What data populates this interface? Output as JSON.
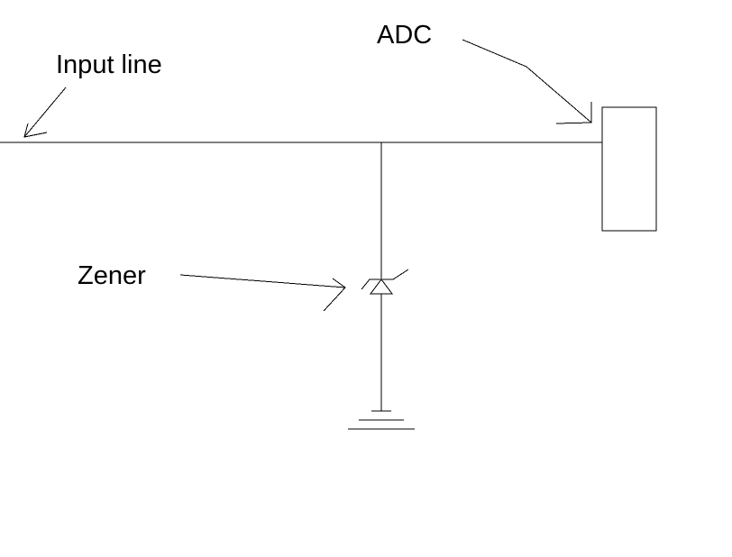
{
  "labels": {
    "input_line": "Input line",
    "adc": "ADC",
    "zener": "Zener"
  },
  "colors": {
    "stroke": "#000000",
    "background": "#ffffff"
  }
}
